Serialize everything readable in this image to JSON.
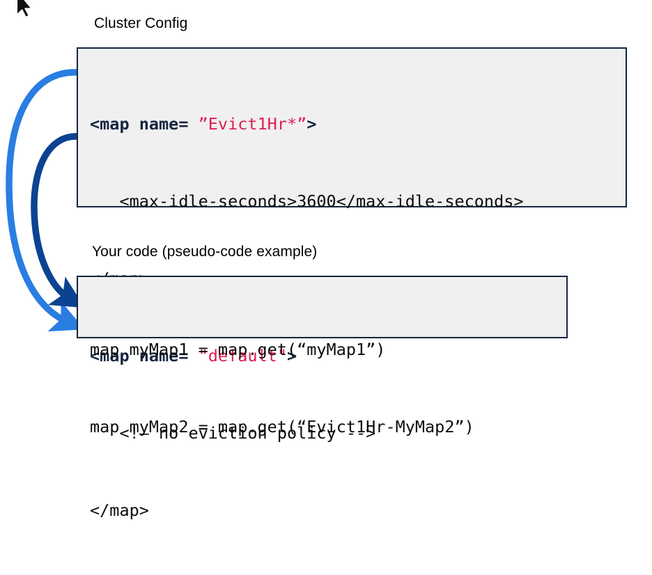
{
  "page": {
    "background_color": "#ffffff",
    "cursor_icon": "mouse-pointer-icon"
  },
  "colors": {
    "arrow_light_blue": "#2a7de1",
    "arrow_dark_navy": "#0c4391",
    "box_border": "#16253f",
    "box_background": "#f0f0f0",
    "code_text": "#0b0b0b",
    "tag_text": "#16253f",
    "string_text": "#e31c52",
    "caption_text": "#000000"
  },
  "captions": {
    "cluster_config": "Cluster Config",
    "your_code": "Your code (pseudo-code example)"
  },
  "cluster_config_code": {
    "lines": [
      {
        "id": "line-1",
        "segments": [
          {
            "kind": "tag",
            "text": "<map name= "
          },
          {
            "kind": "str",
            "text": "”Evict1Hr*”"
          },
          {
            "kind": "tag",
            "text": ">"
          }
        ]
      },
      {
        "id": "line-2",
        "segments": [
          {
            "kind": "plain",
            "text": "   <max-idle-seconds>3600</max-idle-seconds>"
          }
        ]
      },
      {
        "id": "line-3",
        "segments": [
          {
            "kind": "plain",
            "text": "</map>"
          }
        ]
      },
      {
        "id": "line-4",
        "segments": [
          {
            "kind": "tag",
            "text": "<map name= "
          },
          {
            "kind": "str",
            "text": "\"default\""
          },
          {
            "kind": "tag",
            "text": ">"
          }
        ]
      },
      {
        "id": "line-5",
        "segments": [
          {
            "kind": "plain",
            "text": "   <!– no eviction policy -->"
          }
        ]
      },
      {
        "id": "line-6",
        "segments": [
          {
            "kind": "plain",
            "text": "</map>"
          }
        ]
      }
    ]
  },
  "your_code_code": {
    "lines": [
      {
        "id": "code-line-1",
        "segments": [
          {
            "kind": "plain",
            "text": "map myMap1 = map.get(“myMap1”)"
          }
        ]
      },
      {
        "id": "code-line-2",
        "segments": [
          {
            "kind": "plain",
            "text": "map myMap2 = map.get(“Evict1Hr-MyMap2”)"
          }
        ]
      }
    ]
  },
  "arrows": [
    {
      "id": "arrow-evict1hr-to-mymap2",
      "color": "#2a7de1",
      "from_label": "Evict1Hr* map declaration",
      "to_label": "myMap2 get call"
    },
    {
      "id": "arrow-default-to-mymap1",
      "color": "#0c4391",
      "from_label": "default map declaration",
      "to_label": "myMap1 get call"
    }
  ]
}
